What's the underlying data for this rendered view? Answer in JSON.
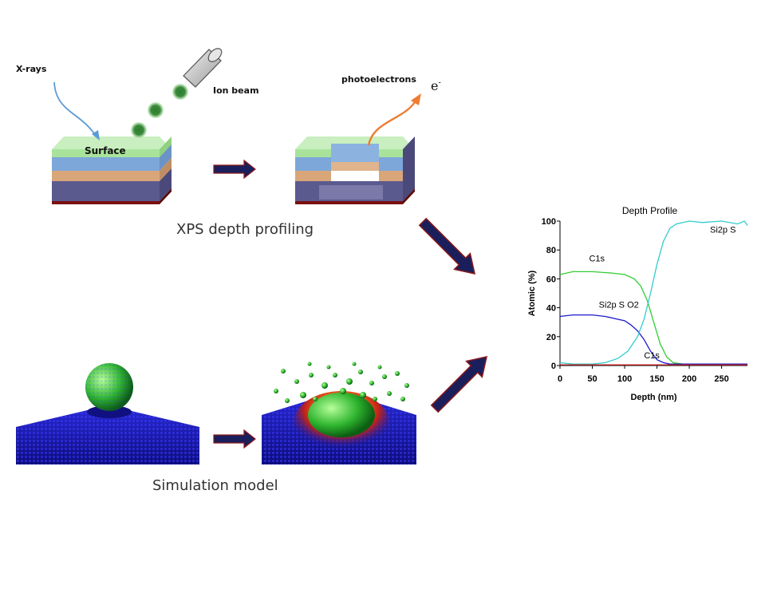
{
  "labels": {
    "xrays": "X-rays",
    "ion_beam": "Ion beam",
    "surface": "Surface",
    "photoelectrons": "photoelectrons",
    "electron": "e",
    "electron_sup": "-",
    "xps_title": "XPS depth profiling",
    "sim_title": "Simulation model"
  },
  "colors": {
    "arrow_fill": "#1a1f5c",
    "arrow_stroke": "#8b1a1a",
    "beam_arrow": "#5b9bd5",
    "photo_arrow": "#ed7d31",
    "ion_particle": "#2e7d32"
  },
  "chart_data": {
    "type": "line",
    "title": "Depth Profile",
    "xlabel": "Depth (nm)",
    "ylabel": "Atomic (%)",
    "xlim": [
      0,
      290
    ],
    "ylim": [
      0,
      100
    ],
    "xticks": [
      0,
      50,
      100,
      150,
      200,
      250
    ],
    "yticks": [
      0,
      20,
      40,
      60,
      80,
      100
    ],
    "grid": false,
    "series": [
      {
        "name": "C1s",
        "color": "#33cc33",
        "x": [
          0,
          20,
          50,
          80,
          100,
          115,
          125,
          135,
          145,
          155,
          165,
          175,
          190,
          220,
          250,
          290
        ],
        "y": [
          63,
          65,
          65,
          64,
          63,
          60,
          55,
          45,
          30,
          15,
          6,
          2,
          1,
          1,
          1,
          1
        ]
      },
      {
        "name": "Si2p S O2",
        "color": "#1a1acc",
        "x": [
          0,
          20,
          50,
          70,
          90,
          100,
          110,
          120,
          130,
          140,
          150,
          160,
          170,
          200,
          250,
          290
        ],
        "y": [
          34,
          35,
          35,
          34,
          32,
          31,
          28,
          24,
          18,
          10,
          4,
          2,
          1,
          1,
          1,
          1
        ]
      },
      {
        "name": "Si2p S",
        "color": "#33cccc",
        "x": [
          0,
          20,
          50,
          70,
          90,
          105,
          120,
          130,
          140,
          150,
          160,
          170,
          180,
          200,
          220,
          250,
          275,
          285,
          290
        ],
        "y": [
          2,
          1,
          1,
          2,
          5,
          10,
          20,
          32,
          50,
          70,
          86,
          95,
          98,
          100,
          99,
          100,
          98,
          100,
          97
        ]
      },
      {
        "name": "C1s",
        "color": "#cc2222",
        "x": [
          0,
          50,
          100,
          150,
          200,
          250,
          290
        ],
        "y": [
          0.5,
          0.5,
          0.5,
          0.5,
          0.5,
          0.5,
          0.5
        ]
      }
    ],
    "annotations": [
      {
        "text": "C1s",
        "x": 45,
        "y": 72
      },
      {
        "text": "Si2p S O2",
        "x": 60,
        "y": 40
      },
      {
        "text": "C1s",
        "x": 130,
        "y": 5
      },
      {
        "text": "Si2p S",
        "x": 232,
        "y": 92
      }
    ]
  }
}
